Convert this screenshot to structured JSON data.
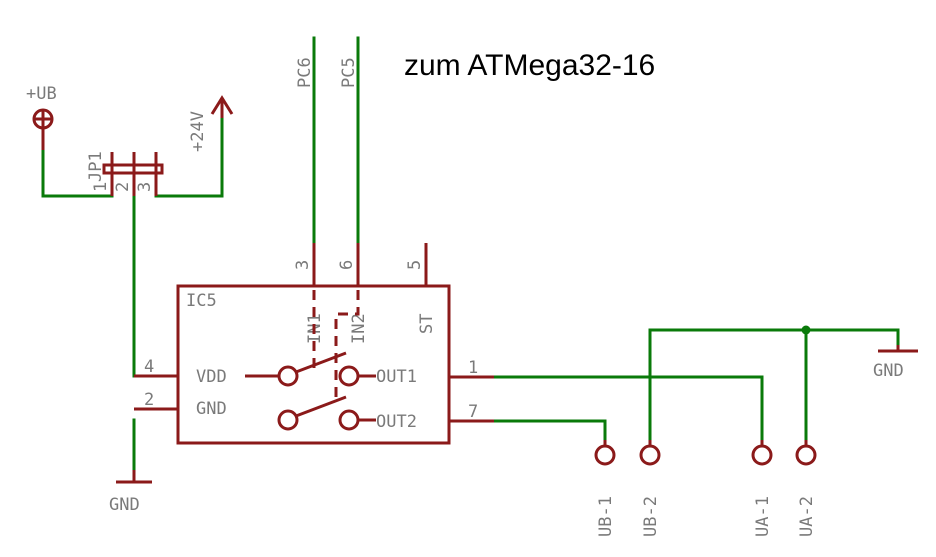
{
  "title": "zum ATMega32-16",
  "colors": {
    "wire": "#0a7a0a",
    "part": "#8b1a1a",
    "label": "#7a7a7a"
  },
  "supply": {
    "ub": "+UB",
    "v24": "+24V"
  },
  "jumper": {
    "name": "JP1",
    "pins": [
      "1",
      "2",
      "3"
    ]
  },
  "ic": {
    "name": "IC5",
    "pin_numbers": {
      "vdd": "4",
      "gnd": "2",
      "out1": "1",
      "out2": "7",
      "in1": "3",
      "in2": "6",
      "st": "5"
    },
    "pin_names": {
      "vdd": "VDD",
      "gnd": "GND",
      "out1": "OUT1",
      "out2": "OUT2",
      "in1": "IN1",
      "in2": "IN2",
      "st": "ST"
    }
  },
  "nets": {
    "pc6": "PC6",
    "pc5": "PC5"
  },
  "ground": {
    "left": "GND",
    "right": "GND"
  },
  "connectors": [
    "UB-1",
    "UB-2",
    "UA-1",
    "UA-2"
  ]
}
